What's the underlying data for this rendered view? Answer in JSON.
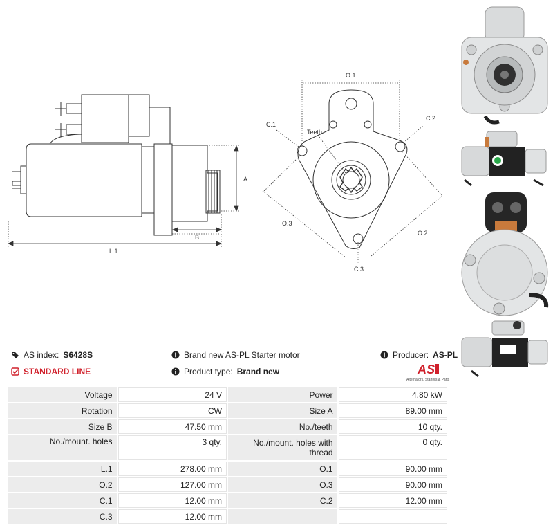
{
  "drawing": {
    "side_labels": {
      "a": "A",
      "b": "B",
      "l1": "L.1"
    },
    "front_labels": {
      "o1": "O.1",
      "o2": "O.2",
      "o3": "O.3",
      "c1": "C.1",
      "c2": "C.2",
      "c3": "C.3",
      "teeth": "Teeth"
    }
  },
  "info": {
    "as_index_label": "AS index:",
    "as_index_value": "S6428S",
    "standard_line": "STANDARD LINE",
    "description": "Brand new AS-PL Starter motor",
    "product_type_label": "Product type:",
    "product_type_value": "Brand new",
    "producer_label": "Producer:",
    "producer_value": "AS-PL",
    "logo_text": "AS",
    "logo_tagline": "Alternators, Starters & Parts"
  },
  "specs": [
    [
      "Voltage",
      "24 V",
      "Power",
      "4.80 kW"
    ],
    [
      "Rotation",
      "CW",
      "Size A",
      "89.00 mm"
    ],
    [
      "Size B",
      "47.50 mm",
      "No./teeth",
      "10 qty."
    ],
    [
      "No./mount. holes",
      "3 qty.",
      "No./mount. holes with thread",
      "0 qty."
    ],
    [
      "L.1",
      "278.00 mm",
      "O.1",
      "90.00 mm"
    ],
    [
      "O.2",
      "127.00 mm",
      "O.3",
      "90.00 mm"
    ],
    [
      "C.1",
      "12.00 mm",
      "C.2",
      "12.00 mm"
    ],
    [
      "C.3",
      "12.00 mm",
      "",
      ""
    ]
  ],
  "colors": {
    "accent_red": "#d0202b",
    "label_bg": "#ececec"
  }
}
